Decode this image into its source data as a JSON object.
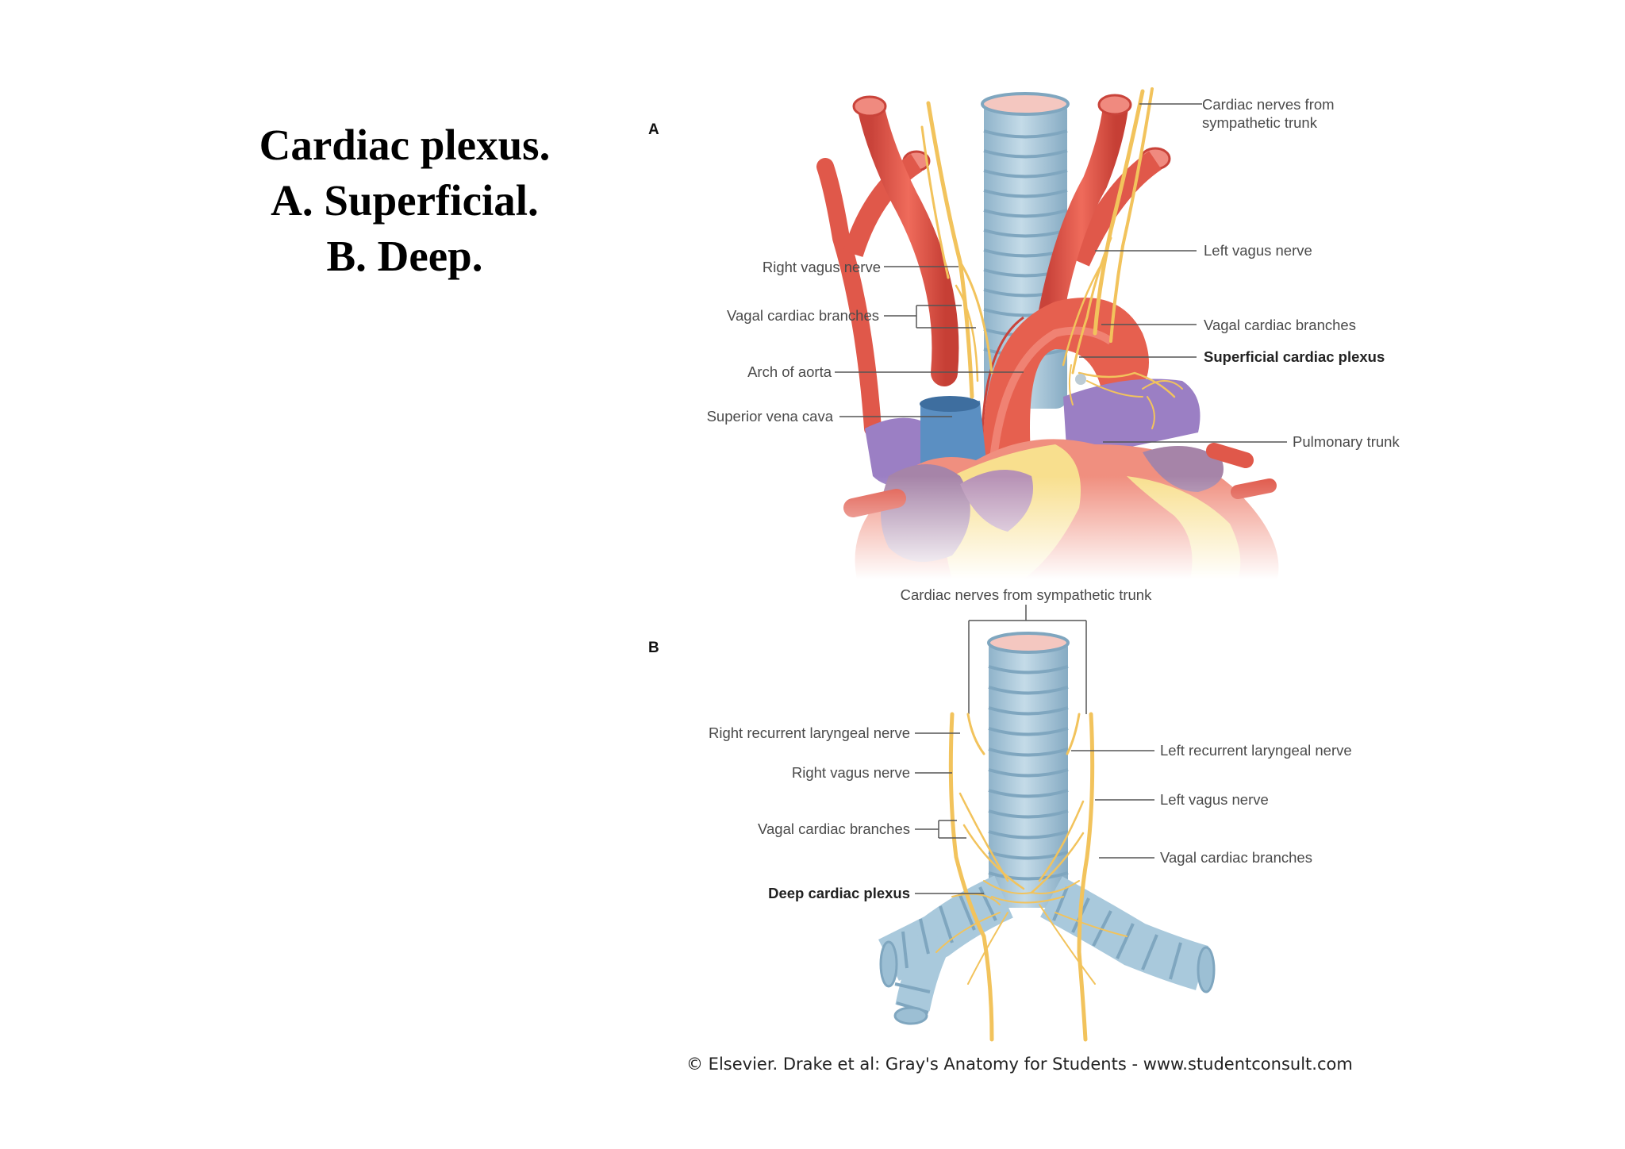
{
  "title": {
    "line1": "Cardiac plexus.",
    "line2": "A. Superficial.",
    "line3": "B. Deep."
  },
  "figure": {
    "panel_a": {
      "letter": "A",
      "labels": {
        "cardiac_nerves_line1": "Cardiac nerves from",
        "cardiac_nerves_line2": "sympathetic trunk",
        "right_vagus": "Right vagus nerve",
        "left_vagus": "Left vagus nerve",
        "vagal_branches_left": "Vagal cardiac branches",
        "vagal_branches_right": "Vagal cardiac branches",
        "superficial_plexus": "Superficial cardiac plexus",
        "arch_of_aorta": "Arch of aorta",
        "superior_vena_cava": "Superior vena cava",
        "pulmonary_trunk": "Pulmonary trunk"
      }
    },
    "panel_b": {
      "letter": "B",
      "labels": {
        "cardiac_nerves": "Cardiac nerves from sympathetic trunk",
        "right_recurrent": "Right recurrent laryngeal nerve",
        "left_recurrent": "Left recurrent laryngeal nerve",
        "right_vagus": "Right vagus nerve",
        "left_vagus": "Left vagus nerve",
        "vagal_branches_left": "Vagal cardiac branches",
        "vagal_branches_right": "Vagal cardiac branches",
        "deep_plexus": "Deep cardiac plexus"
      }
    },
    "credit": "© Elsevier. Drake et al: Gray's Anatomy for Students - www.studentconsult.com",
    "colors": {
      "trachea": "#a9c9dc",
      "trachea_ring": "#7fa6bf",
      "artery": "#e0584a",
      "vein": "#5b8fc2",
      "pulmonary": "#9b7fc4",
      "nerve": "#f2c35c",
      "heart": "#f08f7f",
      "fat": "#f8df8e",
      "atrium": "#a684a8"
    }
  }
}
